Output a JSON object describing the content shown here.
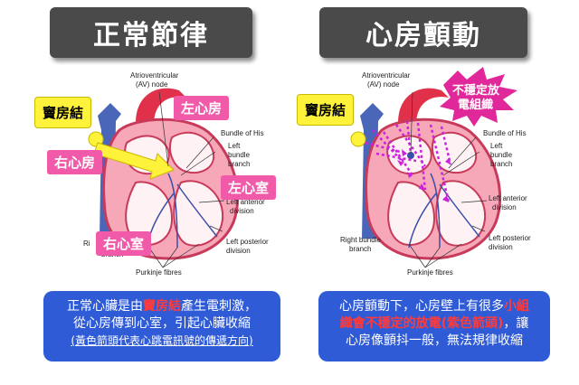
{
  "left_panel": {
    "title": "正常節律",
    "labels": {
      "sa_node": "竇房結",
      "left_atrium": "左心房",
      "right_atrium": "右心房",
      "left_ventricle": "左心室",
      "right_ventricle": "右心室"
    },
    "anatomy": {
      "av_node": "Atrioventricular\n(AV) node",
      "av_node_line1": "Atrioventricular",
      "av_node_line2": "(AV) node",
      "bundle_his": "Bundle of His",
      "left_bundle": [
        "Left",
        "bundle",
        "branch"
      ],
      "left_anterior": [
        "Left anterior",
        "division"
      ],
      "left_posterior": [
        "Left posterior",
        "division"
      ],
      "right_bundle_partial": [
        "Ri",
        "branch"
      ],
      "purkinje": "Purkinje fibres"
    },
    "caption": {
      "line1_pre": "正常心臟是由",
      "line1_highlight": "竇房結",
      "line1_post": "產生電刺激，",
      "line2": "從心房傳到心室，引起心臟收縮",
      "line3": "(黃色箭頭代表心跳電訊號的傳遞方向)"
    }
  },
  "right_panel": {
    "title": "心房顫動",
    "labels": {
      "sa_node": "竇房結",
      "unstable_burst": [
        "不穩定放",
        "電組織"
      ]
    },
    "anatomy": {
      "av_node_line1": "Atrioventricular",
      "av_node_line2": "(AV) node",
      "bundle_his": "Bundle of His",
      "left_bundle": [
        "Left",
        "bundle",
        "branch"
      ],
      "left_anterior": [
        "Left anterior",
        "division"
      ],
      "right_bundle": [
        "Right bundle",
        "branch"
      ],
      "left_posterior": [
        "Left posterior",
        "division"
      ],
      "purkinje": "Purkinje fibres"
    },
    "caption": {
      "line1_pre": "心房顫動下，心房壁上有很多",
      "line1_highlight": "小組",
      "line2_highlight": "織會不穩定的放電(紫色箭頭)",
      "line2_post": "，讓",
      "line3": "心房像顫抖一般，無法規律收縮"
    }
  },
  "colors": {
    "title_bg": "#4a4a4a",
    "pink_label": "#f05aa8",
    "yellow_label": "#fff23a",
    "caption_bg": "#2f5bd6",
    "highlight_red": "#ff3b3b",
    "purple_arrows": "#cc22dd",
    "burst": "#e0289a"
  }
}
